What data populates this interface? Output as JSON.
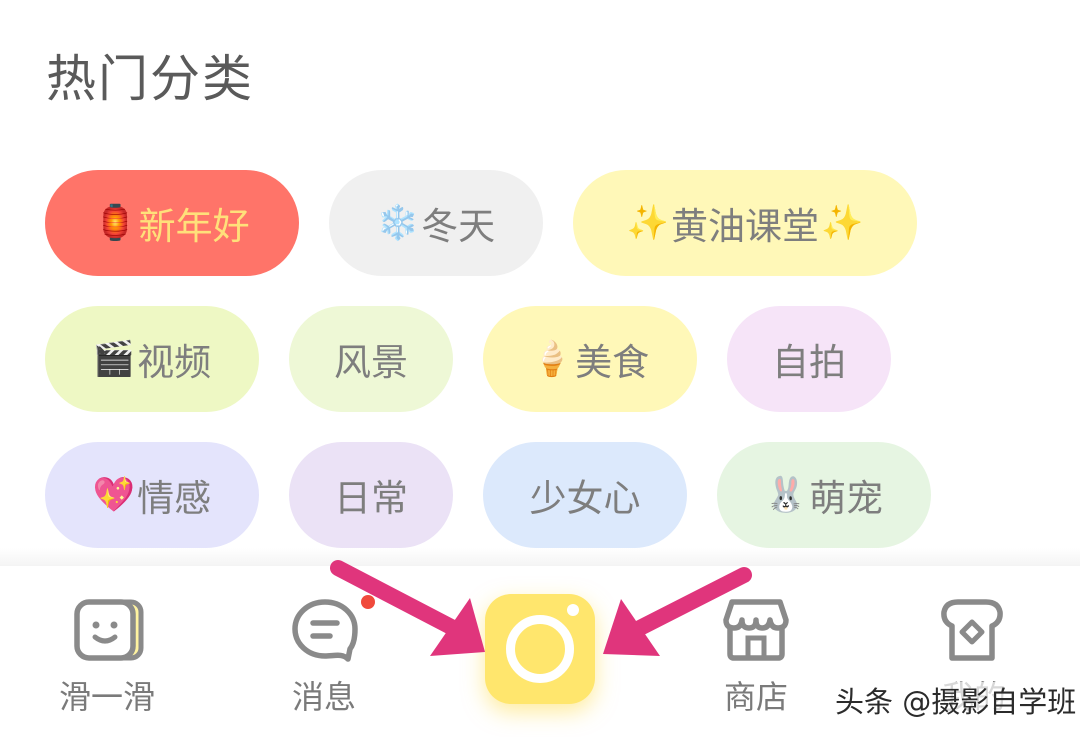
{
  "section": {
    "title": "热门分类"
  },
  "categories": [
    {
      "emoji": "🏮",
      "label": "新年好"
    },
    {
      "emoji": "❄️",
      "label": "冬天"
    },
    {
      "emoji": "✨",
      "label": "黄油课堂",
      "emoji_after": "✨"
    },
    {
      "emoji": "🎬",
      "label": "视频"
    },
    {
      "label": "风景"
    },
    {
      "emoji": "🍦",
      "label": "美食"
    },
    {
      "label": "自拍"
    },
    {
      "emoji": "💖",
      "label": "情感"
    },
    {
      "label": "日常"
    },
    {
      "label": "少女心"
    },
    {
      "emoji": "🐰",
      "label": "萌宠"
    }
  ],
  "tabbar": {
    "swipe": {
      "label": "滑一滑",
      "icon": "smiley-card-icon"
    },
    "messages": {
      "label": "消息",
      "icon": "chat-bubble-icon"
    },
    "camera": {
      "icon": "camera-icon"
    },
    "shop": {
      "label": "商店",
      "icon": "storefront-icon"
    },
    "mine": {
      "label": "我的",
      "icon": "toast-profile-icon"
    }
  },
  "colors": {
    "accent": "#ffe66d",
    "arrow": "#e0357c",
    "badge": "#f04a3c"
  },
  "watermark": {
    "text": "头条 @摄影自学班"
  }
}
